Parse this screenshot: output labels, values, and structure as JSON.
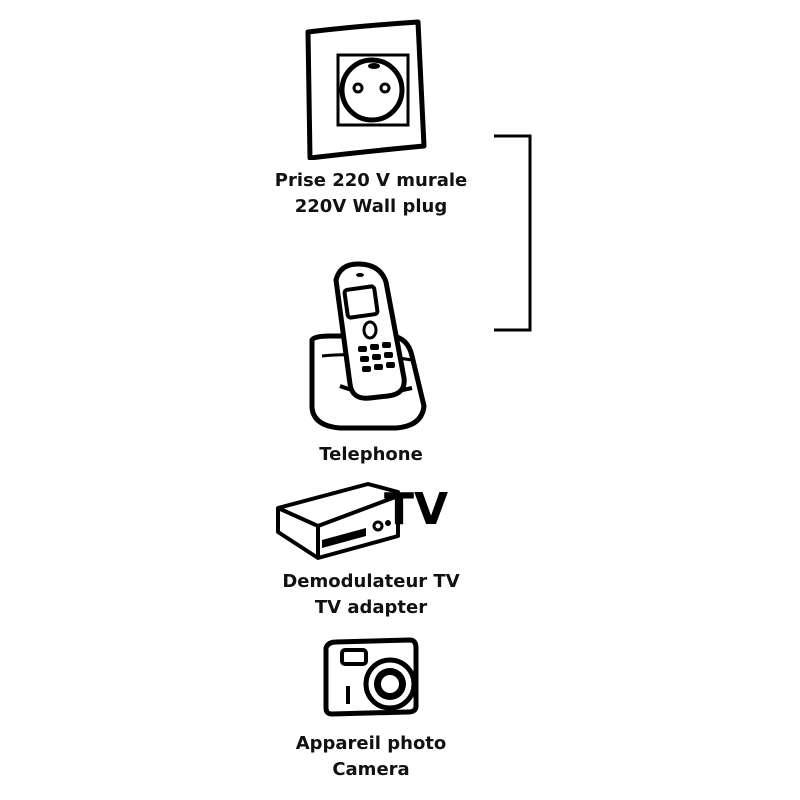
{
  "items": [
    {
      "id": "wall-plug",
      "lines": [
        "Prise 220 V murale",
        "220V Wall plug"
      ],
      "icon": "wall-socket-icon"
    },
    {
      "id": "telephone",
      "lines": [
        "Telephone"
      ],
      "icon": "cordless-phone-icon"
    },
    {
      "id": "tv-adapter",
      "lines": [
        "Demodulateur TV",
        "TV adapter"
      ],
      "icon": "tv-adapter-icon",
      "badge": "TV"
    },
    {
      "id": "camera",
      "lines": [
        "Appareil photo",
        "Camera"
      ],
      "icon": "camera-icon"
    }
  ],
  "bracket": {
    "groups": [
      "wall-plug",
      "telephone"
    ]
  }
}
